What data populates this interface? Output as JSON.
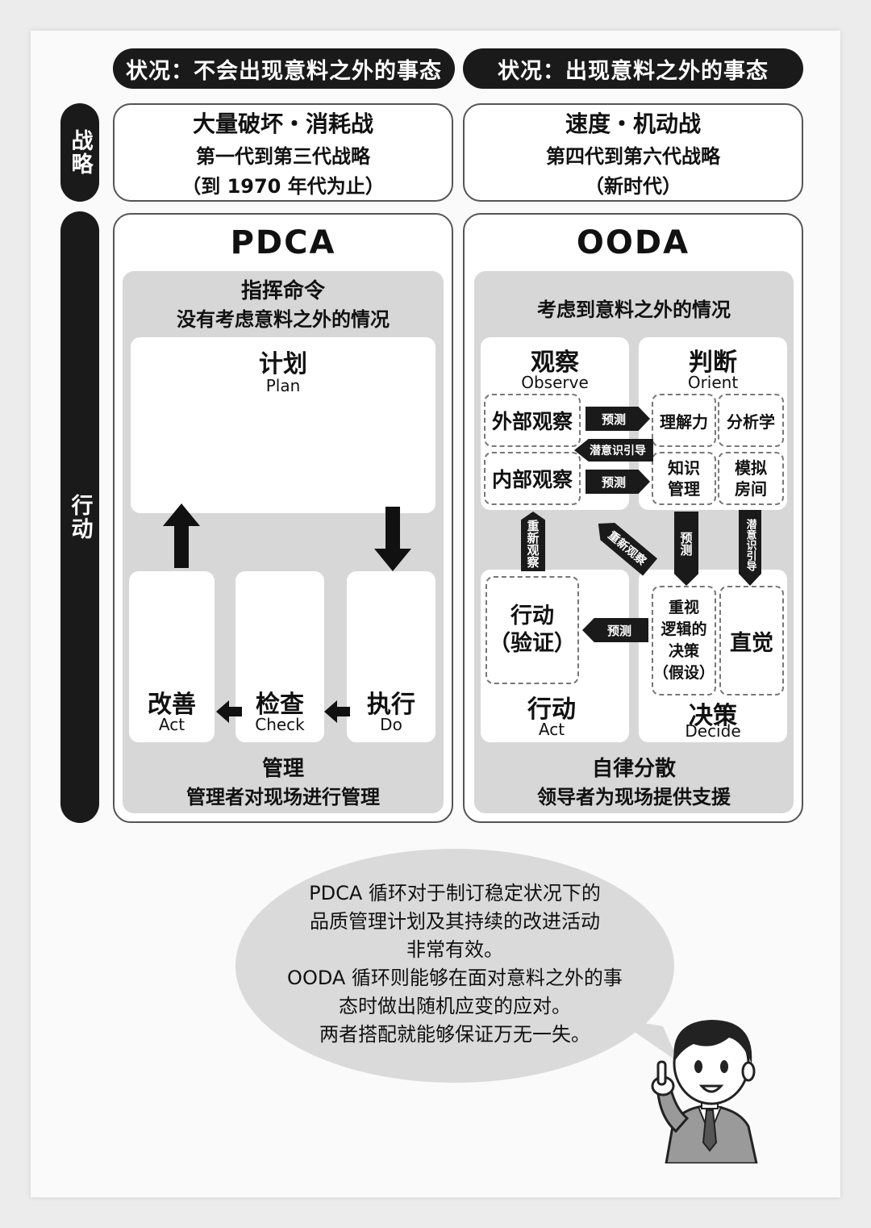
{
  "header": {
    "left": "状况：不会出现意料之外的事态",
    "right": "状况：出现意料之外的事态"
  },
  "side": {
    "strategy": "战略",
    "action": "行动"
  },
  "strategy": {
    "left": {
      "title": "大量破坏・消耗战",
      "line2": "第一代到第三代战略",
      "line3": "（到 1970 年代为止）"
    },
    "right": {
      "title": "速度・机动战",
      "line2": "第四代到第六代战略",
      "line3": "（新时代）"
    }
  },
  "pdca": {
    "title": "PDCA",
    "top_title": "指挥命令",
    "top_sub": "没有考虑意料之外的情况",
    "plan_cn": "计划",
    "plan_en": "Plan",
    "act_cn": "改善",
    "act_en": "Act",
    "check_cn": "检查",
    "check_en": "Check",
    "do_cn": "执行",
    "do_en": "Do",
    "bottom_title": "管理",
    "bottom_sub": "管理者对现场进行管理"
  },
  "ooda": {
    "title": "OODA",
    "top_sub": "考虑到意料之外的情况",
    "observe_cn": "观察",
    "observe_en": "Observe",
    "orient_cn": "判断",
    "orient_en": "Orient",
    "external": "外部观察",
    "internal": "内部观察",
    "understanding": "理解力",
    "analytics": "分析学",
    "knowledge": "知识\n管理",
    "simulation": "模拟\n房间",
    "act_box": "行动\n（验证）",
    "act_cn": "行动",
    "act_en": "Act",
    "logic": "重视\n逻辑的\n决策\n（假设）",
    "intuition": "直觉",
    "decide_cn": "决策",
    "decide_en": "Decide",
    "bottom_title": "自律分散",
    "bottom_sub": "领导者为现场提供支援",
    "tag_predict": "预测",
    "tag_subconscious": "潜意识引导",
    "tag_reobserve": "重新观察"
  },
  "bubble": {
    "lines": [
      "PDCA 循环对于制订稳定状况下的",
      "品质管理计划及其持续的改进活动",
      "非常有效。",
      "OODA 循环则能够在面对意料之外的事",
      "态时做出随机应变的应对。",
      "两者搭配就能够保证万无一失。"
    ]
  }
}
